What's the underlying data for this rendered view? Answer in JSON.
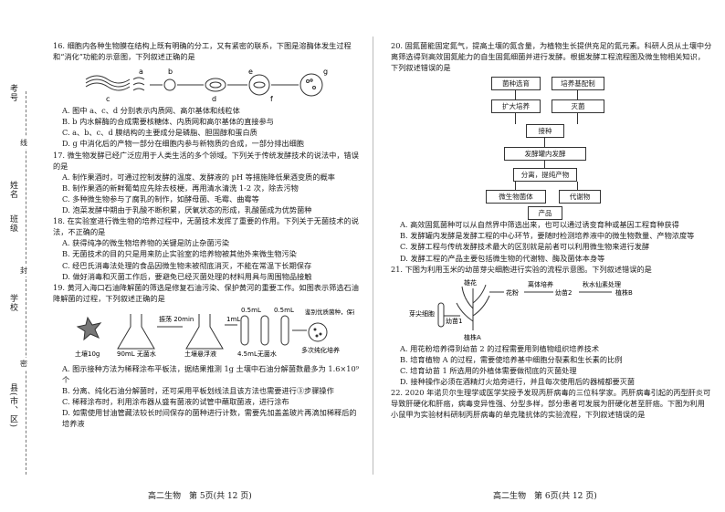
{
  "margin": {
    "labels": [
      "考号",
      "姓名",
      "班级",
      "学校",
      "县(市、区)"
    ],
    "words": [
      "线",
      "封",
      "密"
    ]
  },
  "left": {
    "q16": {
      "stem": "16. 细胞内各种生物膜在结构上既有明确的分工，又有紧密的联系，下图是溶酶体发生过程和“消化”功能的示意图，下列叙述正确的是",
      "labels": [
        "a",
        "b",
        "c",
        "d",
        "e",
        "f",
        "g"
      ],
      "A": "A. 图中 a、c、d 分别表示内质网、高尔基体和线粒体",
      "B": "B. b 内水解酶的合成需要核糖体、内质网和高尔基体的直接参与",
      "C": "C. a、b、c、d 膜结构的主要成分是磷脂、胆固醇和蛋白质",
      "D": "D. g 中消化后的产物一部分在细胞内参与新物质的合成，一部分排出细胞"
    },
    "q17": {
      "stem": "17. 微生物发酵已经广泛应用于人类生活的多个领域。下列关于传统发酵技术的说法中，错误的是",
      "A": "A. 制作果酒时，可通过控制发酵的温度、发酵液的 pH 等措施降低果酒变质的概率",
      "B": "B. 制作果酒的新鲜葡萄应先除去枝梗，再用清水清洗 1-2 次，除去污物",
      "C": "C. 多种微生物参与了腐乳的制作，如酵母菌、毛霉、曲霉等",
      "D": "D. 泡菜发酵中期由于乳酸不断积累，厌氧状态的形成，乳酸菌成为优势菌种"
    },
    "q18": {
      "stem": "18. 在实验室进行微生物的培养过程中，无菌技术发挥了重要的作用。下列关于无菌技术的说法，不正确的是",
      "A": "A. 获得纯净的微生物培养物的关键是防止杂菌污染",
      "B": "B. 无菌技术的目的只是用来防止实验室的培养物被其他外来微生物污染",
      "C": "C. 经巴氏消毒法处理的食品因微生物未被彻底消灭，不能在常温下长期保存",
      "D": "D. 做好消毒和灭菌工作后，要避免已经灭菌处理的材料用具与周围物品接触"
    },
    "q19": {
      "stem": "19. 黄河入海口石油降解菌的筛选是修复石油污染、保护黄河的重要工作。如图表示筛选石油降解菌的过程，下列叙述正确的是",
      "soil": "土壤10g",
      "water90": "90mL 无菌水",
      "shake": "振荡 20min",
      "suspension": "土壤悬浮液",
      "ml1": "1mL",
      "ml05a": "0.5mL",
      "ml05b": "0.5mL",
      "water45": "4.5mL无菌水",
      "pure": "多次纯化培养",
      "identify": "鉴别优质菌种，保存备用",
      "A": "A. 图示接种方法为稀释涂布平板法，据结果推测 1g 土壤中石油分解菌数最多为 1.6×10⁹ 个",
      "B": "B. 分离、纯化石油分解菌时，还可采用平板划线法且该方法也需要进行③步骤操作",
      "C": "C. 稀释涂布时，利用涂布器从盛有菌液的试管中蘸取菌液，进行涂布",
      "D": "D. 如需使用甘油管藏法较长时间保存的菌种进行计数，需要先加盖盖玻片再滴加稀释后的培养液"
    },
    "footer": "高二生物　第 5页(共 12 页)"
  },
  "right": {
    "q20": {
      "stem": "20. 固氮菌能固定氮气，提高土壤的氮含量，为植物生长提供充足的氮元素。科研人员从土壤中分离筛选得到高效固氮能力的自生固氮细菌并进行发酵。根据发酵工程流程图及微生物相关知识，下列叙述错误的是",
      "flow": {
        "select": "菌种选育",
        "medium": "培养基配制",
        "expand": "扩大培养",
        "sterilize": "灭菌",
        "inoculate": "接种",
        "ferment": "发酵罐内发酵",
        "separate": "分离，提纯产物",
        "cells": "微生物菌体",
        "metab": "代谢物",
        "product": "产品"
      },
      "A": "A. 高效固氮菌种可以从自然界中筛选出来，也可以通过诱变育种或基因工程育种获得",
      "B": "B. 发酵罐内发酵是发酵工程的中心环节，要随时检测培养液中的微生物数量、产物浓度等",
      "C": "C. 发酵工程与传统发酵技术最大的区别就是前者可以利用微生物来进行发酵",
      "D": "D. 发酵工程的产品主要包括微生物的代谢物、酶及菌体本身等"
    },
    "q21": {
      "stem": "21. 下图为利用玉米的幼苗芽尖细胞进行实验的流程示意图。下列叙述错误的是",
      "flower": "雄花",
      "pollen": "花粉",
      "culture": "离体培养",
      "s2": "幼苗2",
      "colch": "秋水仙素处理",
      "plantB": "植株B",
      "tip": "芽尖细胞",
      "s1": "幼苗1",
      "plantA": "植株A",
      "A": "A. 用花粉培养得到幼苗 2 的过程需要用到植物组织培养技术",
      "B": "B. 培育植物 A 的过程，需要使培养基中细胞分裂素和生长素的比例",
      "C": "C. 培育幼苗 1 所选用的外植体需要做彻底的灭菌处理",
      "D": "D. 接种操作必须在酒精灯火焰旁进行，并且每次使用后的器械都要灭菌"
    },
    "q22": {
      "stem": "22. 2020 年诺贝尔生理学或医学奖授予发现丙肝病毒的三位科学家。丙肝病毒引起的丙型肝炎可导致肝硬化和肝癌，病毒变异性强、分型多样，部分患者可发展为肝硬化甚至肝癌。下图为利用小鼠甲为实验材料研制丙肝病毒的单克隆抗体的实验流程，下列叙述错误的是"
    },
    "footer": "高二生物　第 6页(共 12 页)"
  }
}
